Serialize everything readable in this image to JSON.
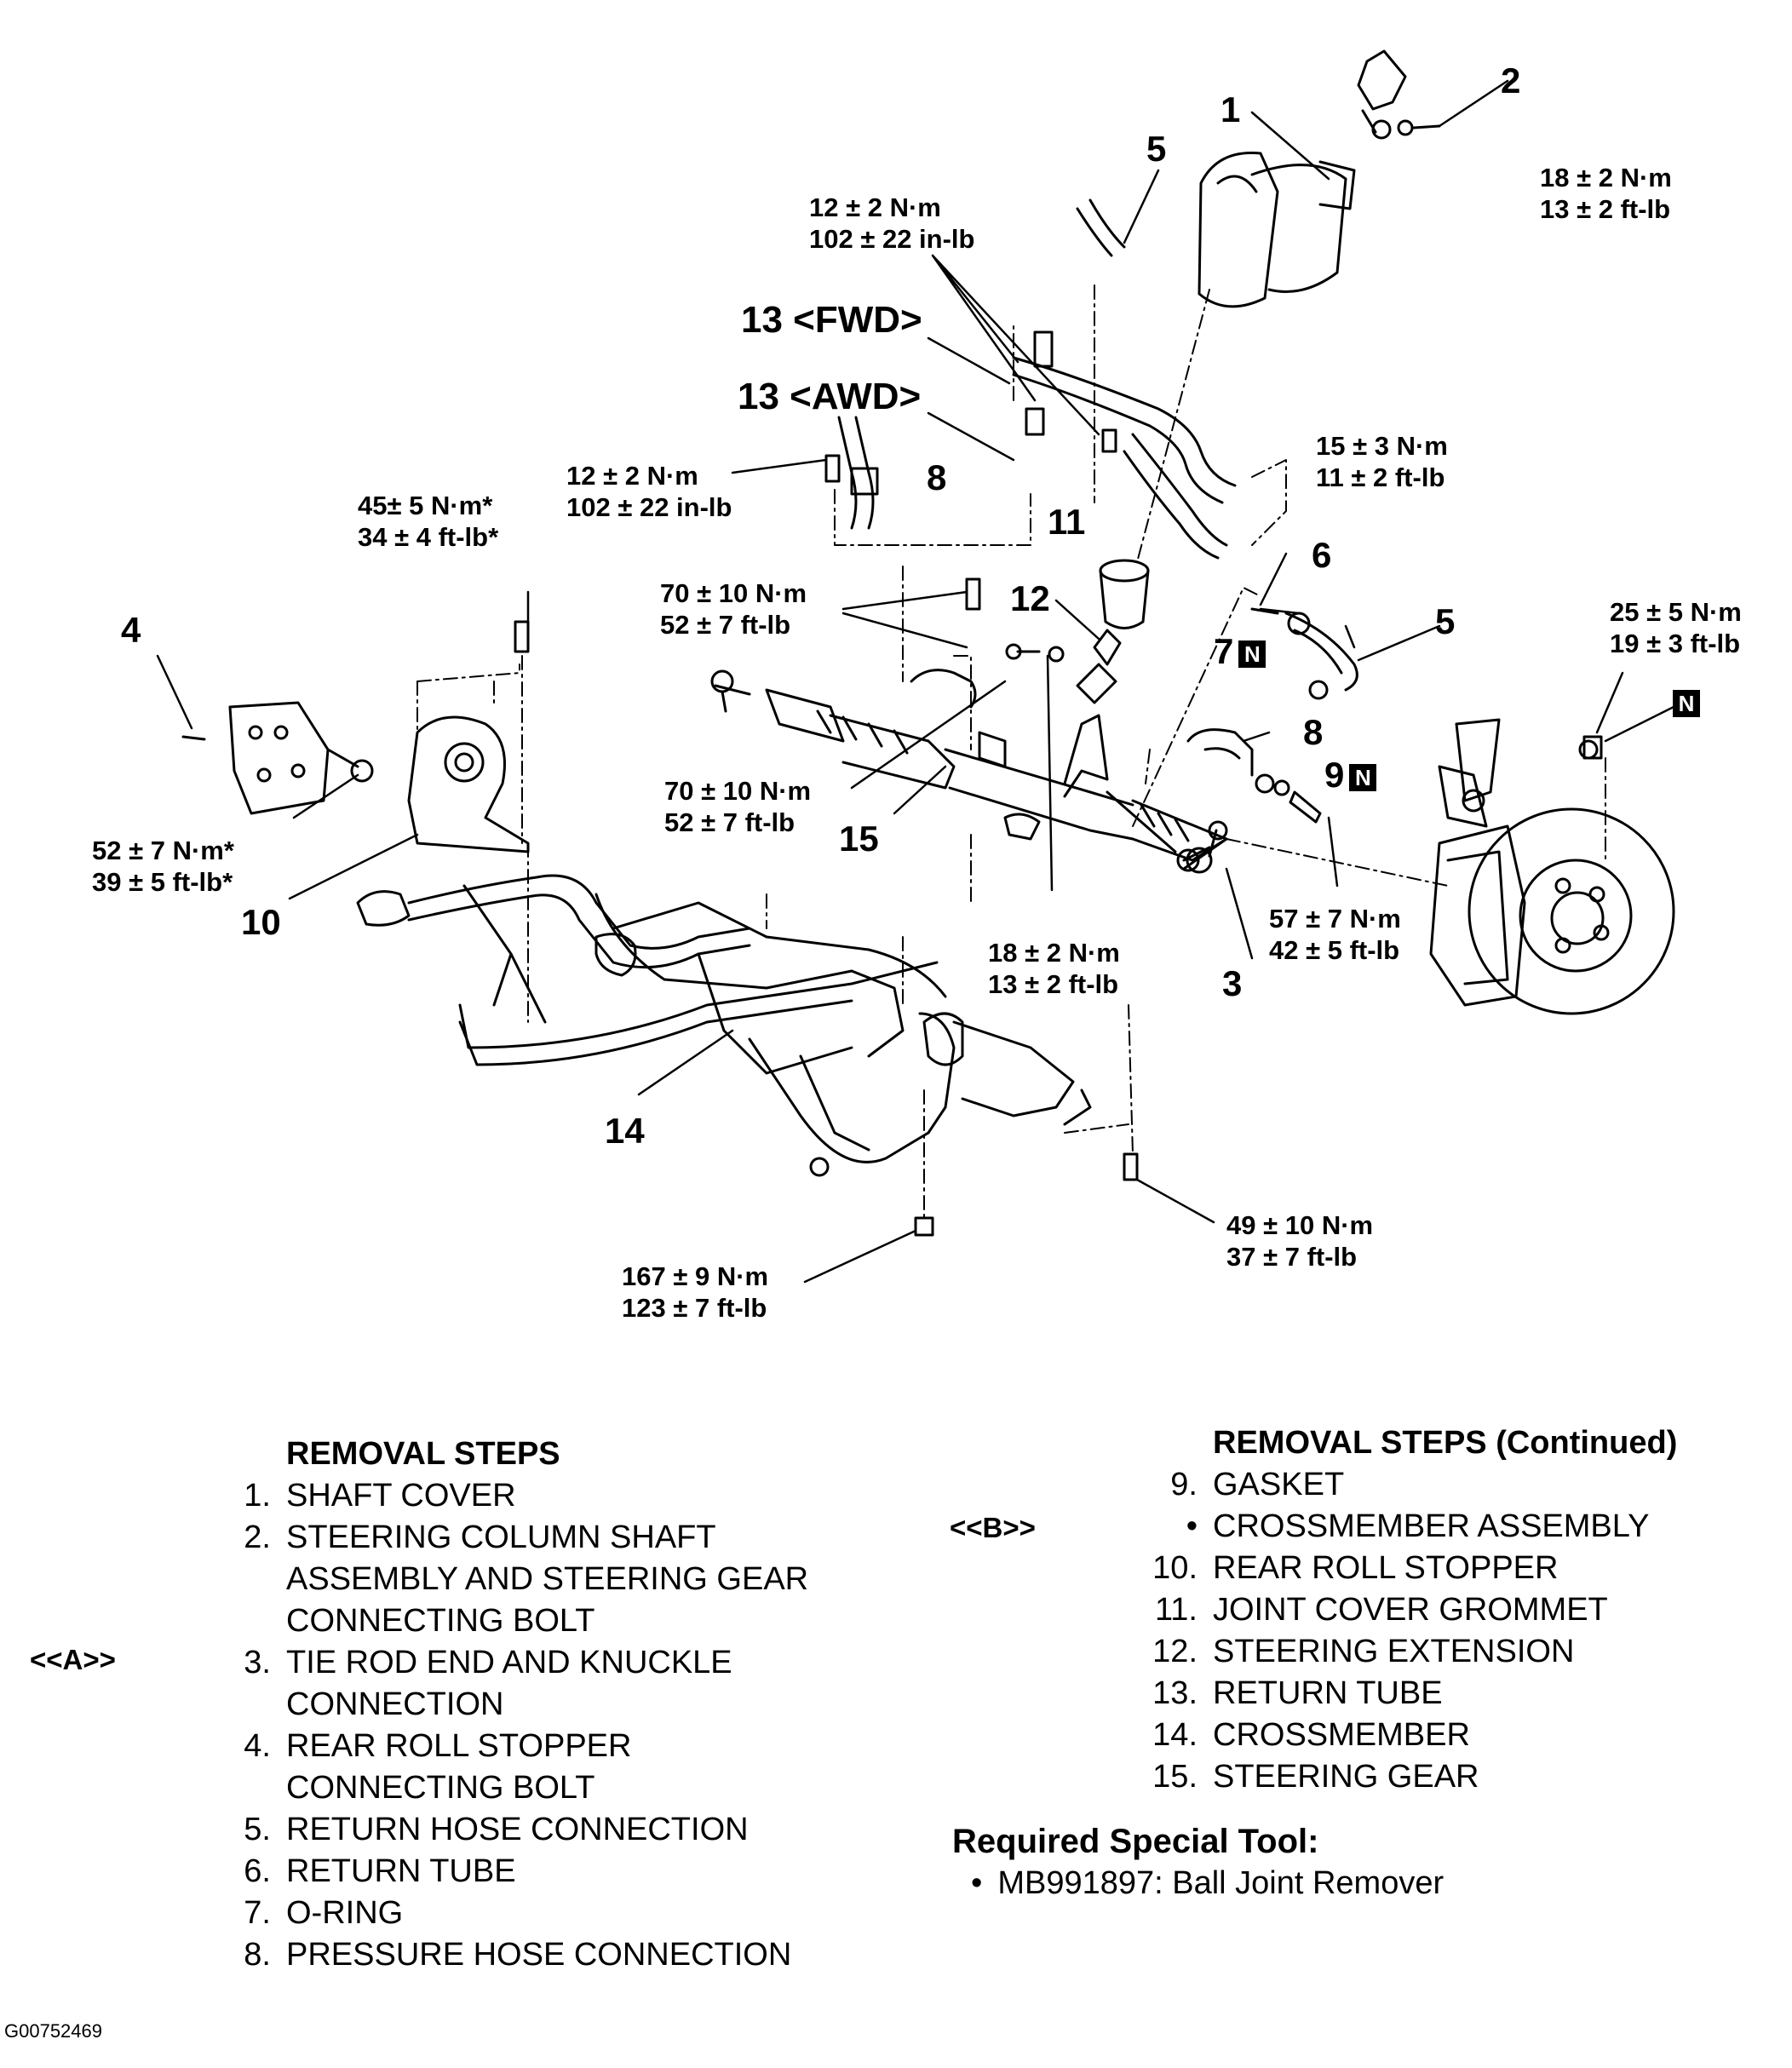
{
  "callouts": {
    "c1": "1",
    "c2": "2",
    "c3": "3",
    "c4": "4",
    "c5a": "5",
    "c5b": "5",
    "c6": "6",
    "c7": "7",
    "c8a": "8",
    "c8b": "8",
    "c9": "9",
    "c10": "10",
    "c11": "11",
    "c12": "12",
    "c13fwd": "13 <FWD>",
    "c13awd": "13 <AWD>",
    "c14": "14",
    "c15": "15",
    "n_symbol": "N"
  },
  "torques": {
    "t_2": [
      "18 ± 2 N·m",
      "13 ± 2 ft-lb"
    ],
    "t_returnclamp": [
      "12 ± 2 N·m",
      "102 ± 22 in-lb"
    ],
    "t_pressure": [
      "12 ± 2 N·m",
      "102 ± 22 in-lb"
    ],
    "t_rollstopper_top": [
      "45± 5 N·m*",
      "34 ± 4 ft-lb*"
    ],
    "t_6": [
      "15 ± 3 N·m",
      "11 ± 2 ft-lb"
    ],
    "t_clamp_upper": [
      "70 ± 10 N·m",
      "52 ± 7 ft-lb"
    ],
    "t_clamp_lower": [
      "70 ± 10 N·m",
      "52 ± 7 ft-lb"
    ],
    "t_knuckle": [
      "25 ± 5 N·m",
      "19 ± 3 ft-lb"
    ],
    "t_4": [
      "52 ± 7 N·m*",
      "39 ± 5 ft-lb*"
    ],
    "t_12": [
      "18 ± 2 N·m",
      "13 ± 2 ft-lb"
    ],
    "t_9": [
      "57 ± 7 N·m",
      "42 ± 5 ft-lb"
    ],
    "t_rear": [
      "49 ± 10 N·m",
      "37 ± 7 ft-lb"
    ],
    "t_front": [
      "167 ± 9 N·m",
      "123 ± 7 ft-lb"
    ]
  },
  "removal_steps": {
    "heading": "REMOVAL STEPS",
    "marks": {
      "A": "<<A>>"
    },
    "items": [
      {
        "n": "1.",
        "lines": [
          "SHAFT COVER"
        ]
      },
      {
        "n": "2.",
        "lines": [
          "STEERING COLUMN SHAFT",
          "ASSEMBLY AND STEERING GEAR",
          "CONNECTING BOLT"
        ]
      },
      {
        "n": "3.",
        "lines": [
          "TIE ROD END AND KNUCKLE",
          "CONNECTION"
        ]
      },
      {
        "n": "4.",
        "lines": [
          "REAR ROLL STOPPER",
          "CONNECTING BOLT"
        ]
      },
      {
        "n": "5.",
        "lines": [
          "RETURN HOSE CONNECTION"
        ]
      },
      {
        "n": "6.",
        "lines": [
          "RETURN TUBE"
        ]
      },
      {
        "n": "7.",
        "lines": [
          "O-RING"
        ]
      },
      {
        "n": "8.",
        "lines": [
          "PRESSURE HOSE CONNECTION"
        ]
      }
    ]
  },
  "removal_steps_cont": {
    "heading": "REMOVAL STEPS (Continued)",
    "marks": {
      "B": "<<B>>"
    },
    "items": [
      {
        "n": "9.",
        "text": "GASKET"
      },
      {
        "n": "•",
        "text": "CROSSMEMBER ASSEMBLY"
      },
      {
        "n": "10.",
        "text": "REAR ROLL STOPPER"
      },
      {
        "n": "11.",
        "text": "JOINT COVER GROMMET"
      },
      {
        "n": "12.",
        "text": "STEERING EXTENSION"
      },
      {
        "n": "13.",
        "text": "RETURN TUBE"
      },
      {
        "n": "14.",
        "text": "CROSSMEMBER"
      },
      {
        "n": "15.",
        "text": "STEERING GEAR"
      }
    ]
  },
  "special_tool": {
    "heading": "Required Special Tool:",
    "bullet": "•",
    "item": "MB991897: Ball Joint Remover"
  },
  "figure_id": "G00752469"
}
